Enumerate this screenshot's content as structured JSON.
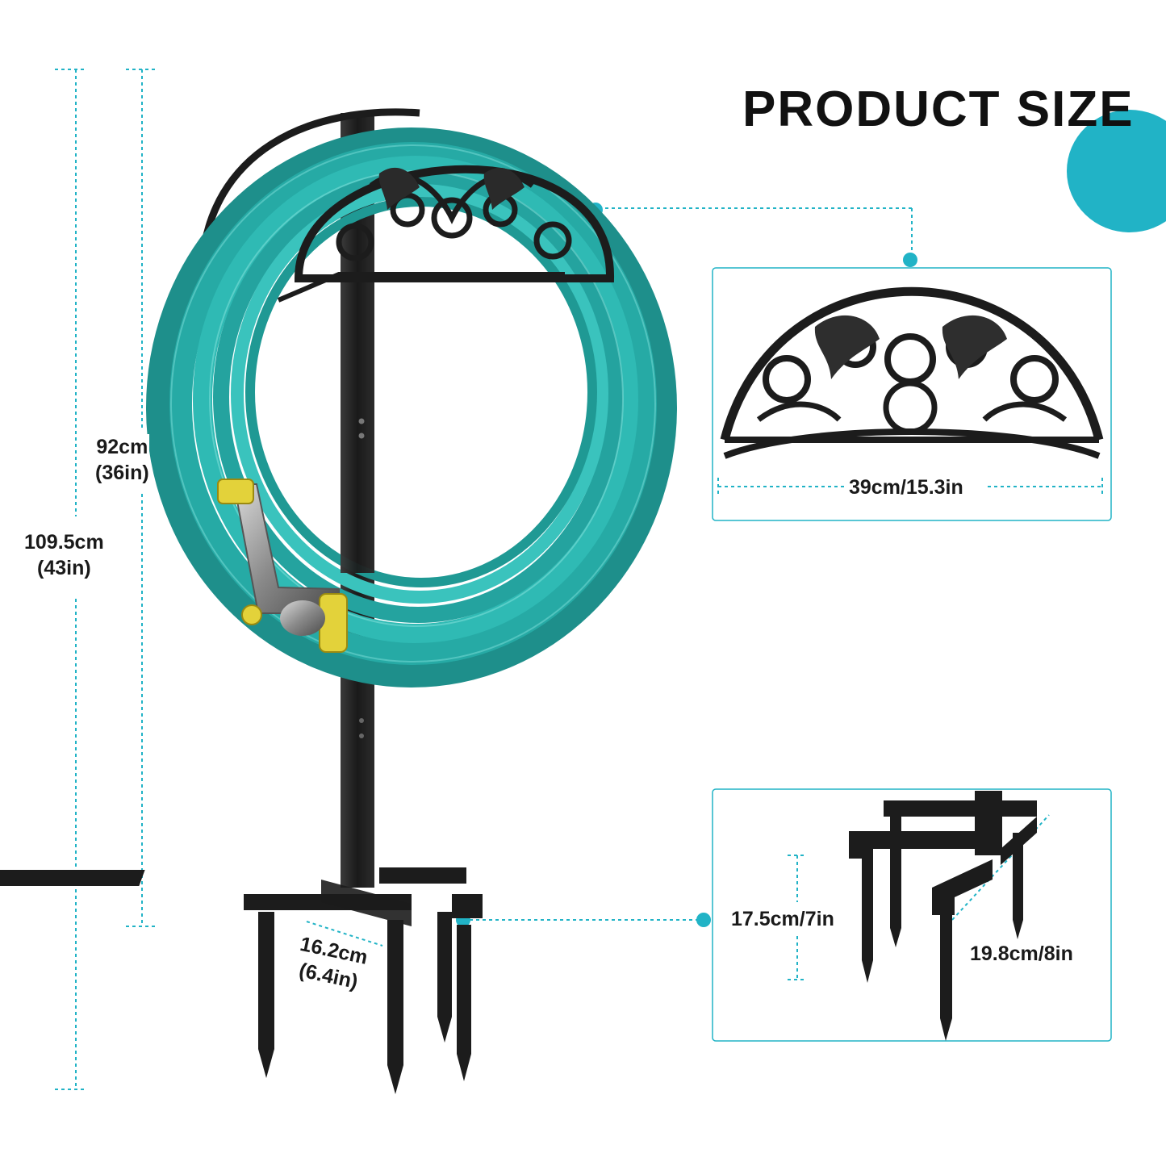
{
  "title": "PRODUCT SIZE",
  "colors": {
    "accent": "#21b3c6",
    "hose": "#23a9a4",
    "metal": "#1e1e1e",
    "nozzle": "#e3d23a"
  },
  "dimensions": {
    "arm_height": {
      "cm": "92cm",
      "in": "(36in)"
    },
    "total_height": {
      "cm": "109.5cm",
      "in": "(43in)"
    },
    "base_width": {
      "cm": "16.2cm",
      "in": "(6.4in)"
    },
    "hanger_width": "39cm/15.3in",
    "stake_height": "17.5cm/7in",
    "base_depth": "19.8cm/8in"
  },
  "icons": [
    "hummingbird-icon",
    "scroll-ornament-icon"
  ]
}
